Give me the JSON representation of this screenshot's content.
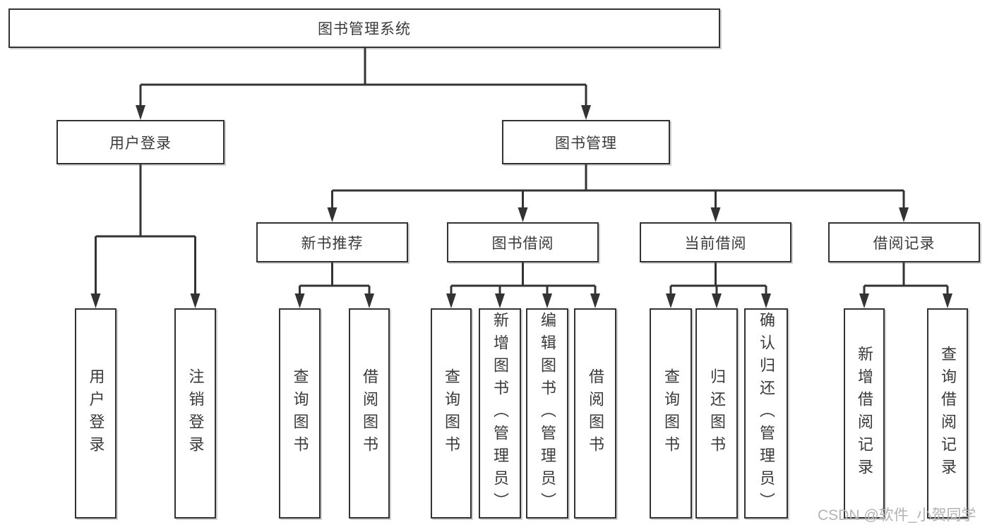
{
  "diagram": {
    "root": {
      "label": "图书管理系统"
    },
    "branches": [
      {
        "label": "用户登录",
        "children": [
          {
            "label": "用户登录"
          },
          {
            "label": "注销登录"
          }
        ]
      },
      {
        "label": "图书管理",
        "children": [
          {
            "label": "新书推荐",
            "children": [
              {
                "label": "查询图书"
              },
              {
                "label": "借阅图书"
              }
            ]
          },
          {
            "label": "图书借阅",
            "children": [
              {
                "label": "查询图书"
              },
              {
                "label": "新增图书（管理员）"
              },
              {
                "label": "编辑图书（管理员）"
              },
              {
                "label": "借阅图书"
              }
            ]
          },
          {
            "label": "当前借阅",
            "children": [
              {
                "label": "查询图书"
              },
              {
                "label": "归还图书"
              },
              {
                "label": "确认归还（管理员）"
              }
            ]
          },
          {
            "label": "借阅记录",
            "children": [
              {
                "label": "新增借阅记录"
              },
              {
                "label": "查询借阅记录"
              }
            ]
          }
        ]
      }
    ],
    "line_color": "#333333",
    "watermark": "CSDN @软件_小贺同学"
  }
}
